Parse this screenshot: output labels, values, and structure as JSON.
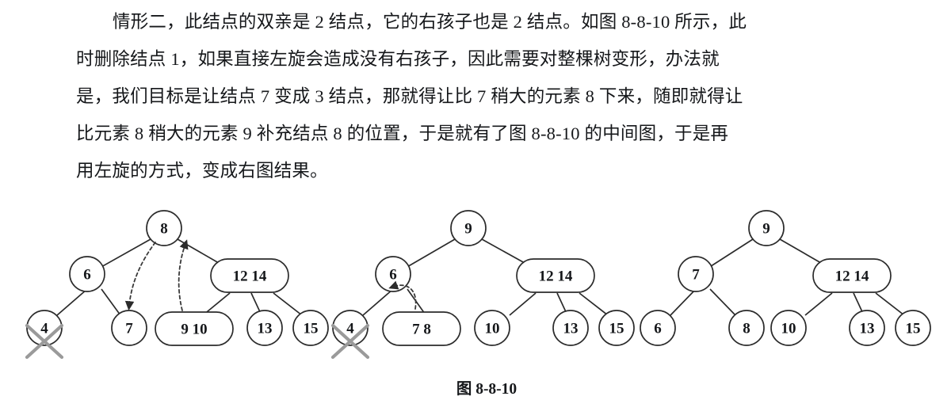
{
  "page": {
    "background": "#ffffff",
    "ink": "#15171a"
  },
  "prose": {
    "lines": [
      "情形二，此结点的双亲是 2 结点，它的右孩子也是 2 结点。如图 8-8-10 所示，此",
      "时删除结点 1，如果直接左旋会造成没有右孩子，因此需要对整棵树变形，办法就",
      "是，我们目标是让结点 7 变成 3 结点，那就得让比 7 稍大的元素 8 下来，随即就得让",
      "比元素 8 稍大的元素 9 补充结点 8 的位置，于是就有了图 8-8-10 的中间图，于是再",
      "用左旋的方式，变成右图结果。"
    ]
  },
  "caption": {
    "text": "图 8-8-10"
  },
  "figure": {
    "trees": [
      {
        "id": "tree-left",
        "name": "before-deletion-tree",
        "nodes": [
          {
            "id": "t1-root",
            "label": "8",
            "kind": "2-node"
          },
          {
            "id": "t1-n6",
            "label": "6",
            "kind": "2-node"
          },
          {
            "id": "t1-n1214",
            "label": "12  14",
            "kind": "3-node"
          },
          {
            "id": "t1-n4",
            "label": "4",
            "kind": "2-node",
            "marked_deleted": true
          },
          {
            "id": "t1-n7",
            "label": "7",
            "kind": "2-node"
          },
          {
            "id": "t1-n910",
            "label": "9  10",
            "kind": "3-node"
          },
          {
            "id": "t1-n13",
            "label": "13",
            "kind": "2-node"
          },
          {
            "id": "t1-n15",
            "label": "15",
            "kind": "2-node"
          }
        ],
        "annotations": [
          {
            "id": "t1-arrow-down",
            "name": "move-8-down-arrow"
          },
          {
            "id": "t1-arrow-up",
            "name": "move-9-up-arrow"
          },
          {
            "id": "t1-x-mark",
            "name": "delete-x-mark",
            "over": "4"
          }
        ]
      },
      {
        "id": "tree-middle",
        "name": "after-transform-tree",
        "nodes": [
          {
            "id": "t2-root",
            "label": "9",
            "kind": "2-node"
          },
          {
            "id": "t2-n6",
            "label": "6",
            "kind": "2-node"
          },
          {
            "id": "t2-n1214",
            "label": "12  14",
            "kind": "3-node"
          },
          {
            "id": "t2-n4",
            "label": "4",
            "kind": "2-node",
            "marked_deleted": true
          },
          {
            "id": "t2-n78",
            "label": "7  8",
            "kind": "3-node"
          },
          {
            "id": "t2-n10",
            "label": "10",
            "kind": "2-node"
          },
          {
            "id": "t2-n13",
            "label": "13",
            "kind": "2-node"
          },
          {
            "id": "t2-n15",
            "label": "15",
            "kind": "2-node"
          }
        ],
        "annotations": [
          {
            "id": "t2-rotate-arrow",
            "name": "left-rotate-arrow"
          },
          {
            "id": "t2-x-mark",
            "name": "delete-x-mark",
            "over": "4"
          }
        ]
      },
      {
        "id": "tree-right",
        "name": "result-tree",
        "nodes": [
          {
            "id": "t3-root",
            "label": "9",
            "kind": "2-node"
          },
          {
            "id": "t3-n7",
            "label": "7",
            "kind": "2-node"
          },
          {
            "id": "t3-n1214",
            "label": "12  14",
            "kind": "3-node"
          },
          {
            "id": "t3-n6",
            "label": "6",
            "kind": "2-node"
          },
          {
            "id": "t3-n8",
            "label": "8",
            "kind": "2-node"
          },
          {
            "id": "t3-n10",
            "label": "10",
            "kind": "2-node"
          },
          {
            "id": "t3-n13",
            "label": "13",
            "kind": "2-node"
          },
          {
            "id": "t3-n15",
            "label": "15",
            "kind": "2-node"
          }
        ],
        "annotations": []
      }
    ]
  }
}
